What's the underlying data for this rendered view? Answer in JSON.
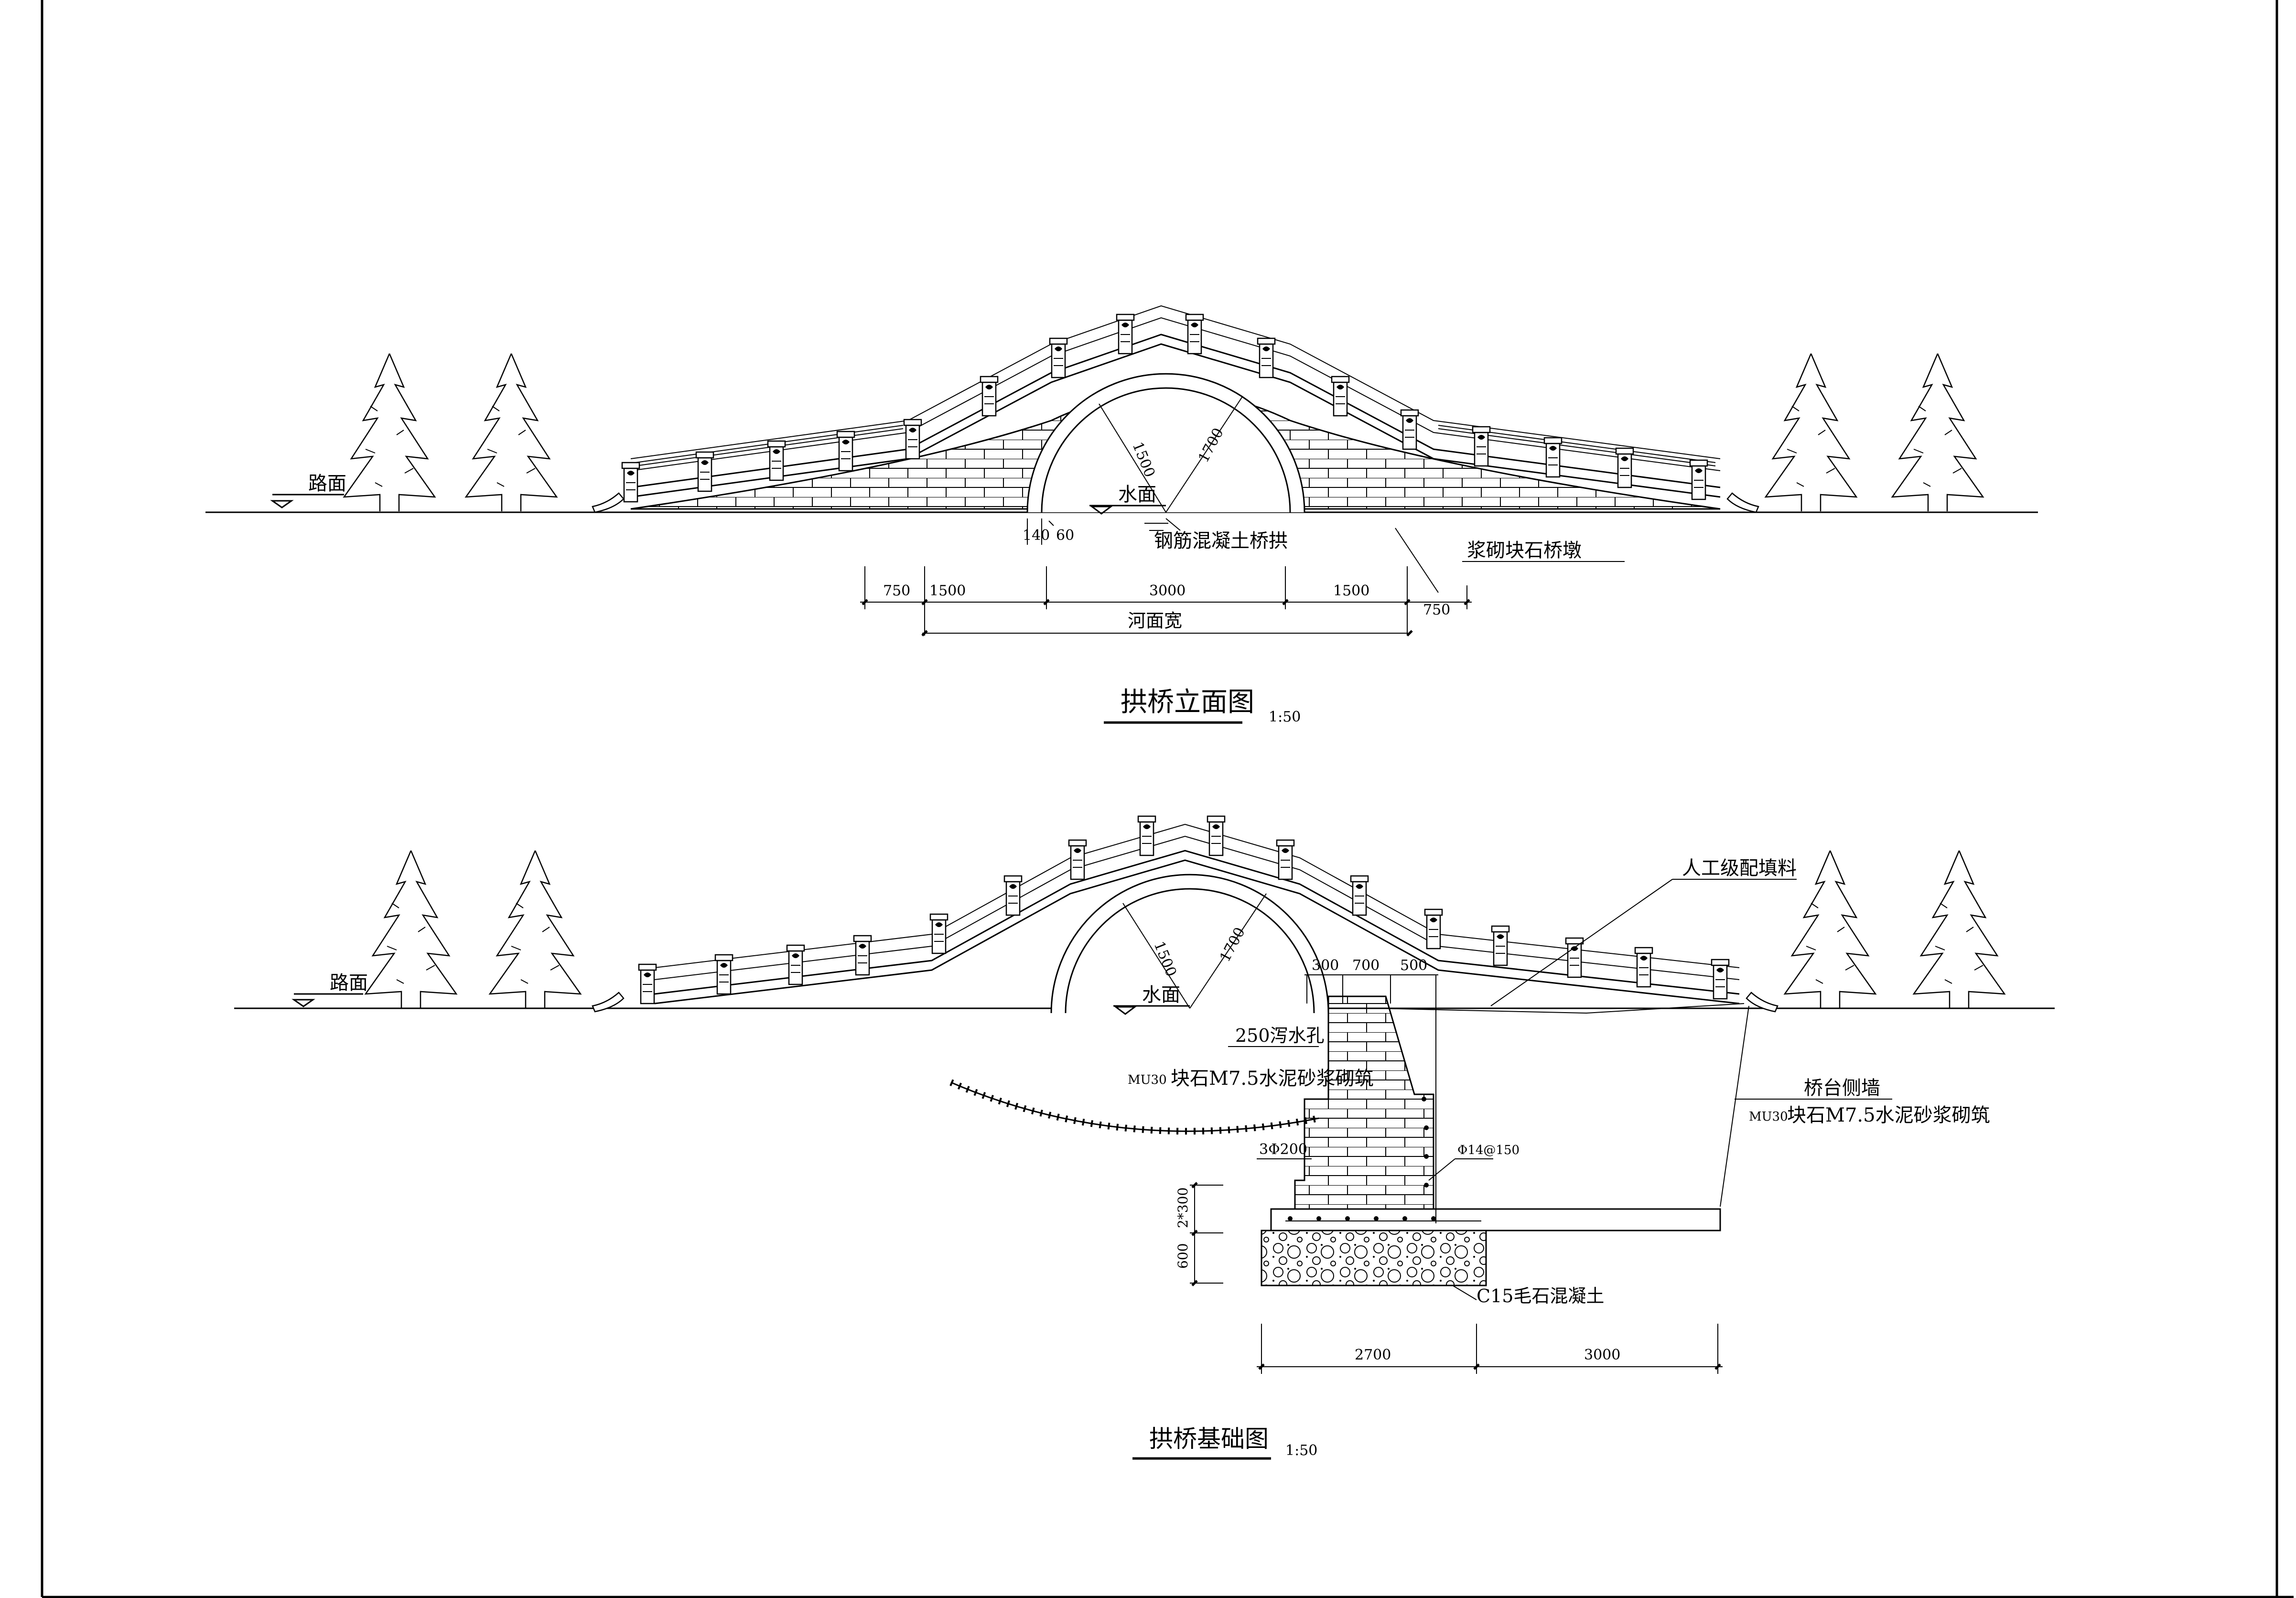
{
  "elevation": {
    "title": "拱桥立面图",
    "scale": "1:50",
    "road_label": "路面",
    "water_label": "水面",
    "arch_label": "钢筋混凝土桥拱",
    "pier_label": "浆砌块石桥墩",
    "radius_inner": "1500",
    "radius_outer": "1700",
    "dim_140": "140",
    "dim_60": "60",
    "dims": [
      "750",
      "1500",
      "3000",
      "1500",
      "750"
    ],
    "river_width": "河面宽"
  },
  "foundation": {
    "title": "拱桥基础图",
    "scale": "1:50",
    "road_label": "路面",
    "water_label": "水面",
    "radius_inner": "1500",
    "radius_outer": "1700",
    "fill_label": "人工级配填料",
    "top_dims": [
      "300",
      "700",
      "500"
    ],
    "drain_label": "250泻水孔",
    "masonry_grade_left": "MU30",
    "masonry_left": "块石M7.5水泥砂浆砌筑",
    "side_wall_label": "桥台侧墙",
    "masonry_grade_right": "MU30",
    "masonry_right": "块石M7.5水泥砂浆砌筑",
    "rebar_a": "3Φ200",
    "rebar_b": "Φ14@150",
    "step_dim": "2*300",
    "base_dim": "600",
    "concrete_label": "C15毛石混凝土",
    "bottom_dims": [
      "2700",
      "3000"
    ]
  }
}
